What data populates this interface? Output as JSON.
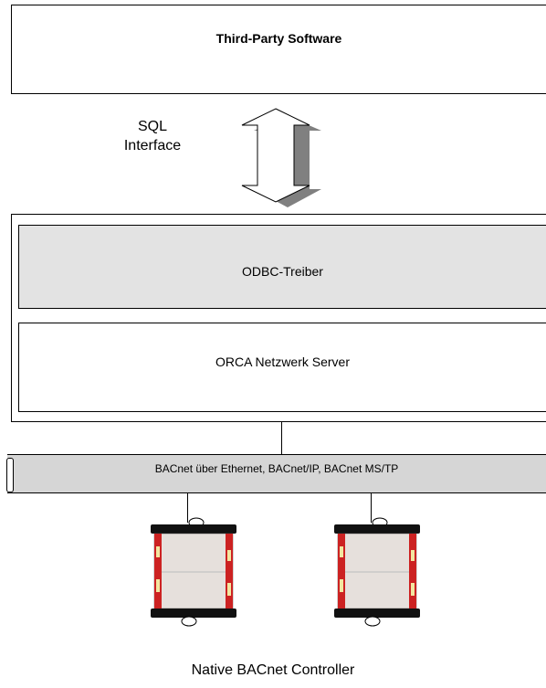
{
  "third_party": {
    "title": "Third-Party Software"
  },
  "sql": {
    "line1": "SQL",
    "line2": "Interface"
  },
  "odbc": {
    "label": "ODBC-Treiber"
  },
  "orca": {
    "label": "ORCA Netzwerk Server"
  },
  "bus": {
    "label": "BACnet über Ethernet, BACnet/IP, BACnet MS/TP"
  },
  "controllers": {
    "caption": "Native BACnet Controller",
    "count": 2
  },
  "colors": {
    "odbc_fill": "#e3e3e3",
    "bus_fill": "#d6d6d6",
    "arrow_shadow": "#808080",
    "controller_body": "#e6e0dc",
    "controller_red": "#cc2222",
    "controller_yellow": "#f2e6a0",
    "controller_dark": "#111111"
  }
}
